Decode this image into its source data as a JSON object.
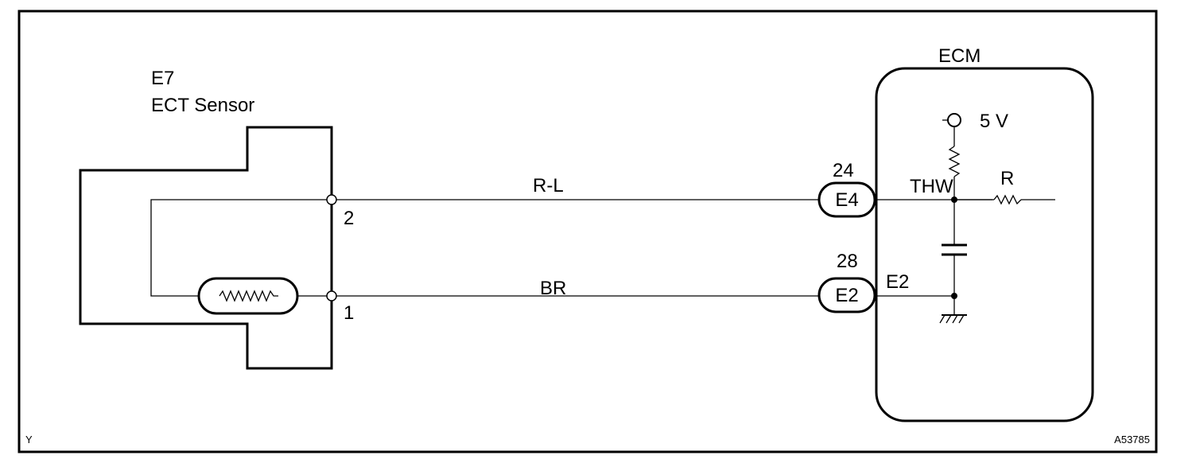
{
  "sensor": {
    "code": "E7",
    "name": "ECT Sensor",
    "pins": [
      "2",
      "1"
    ]
  },
  "wires": [
    {
      "color_code": "R-L"
    },
    {
      "color_code": "BR"
    }
  ],
  "ecm": {
    "title": "ECM",
    "connectors": [
      {
        "pin_number": "24",
        "connector": "E4",
        "signal": "THW"
      },
      {
        "pin_number": "28",
        "connector": "E2",
        "signal": "E2"
      }
    ],
    "supply_label": "5 V",
    "resistor_label": "R"
  },
  "footer": {
    "left_code": "Y",
    "figure_id": "A53785"
  }
}
